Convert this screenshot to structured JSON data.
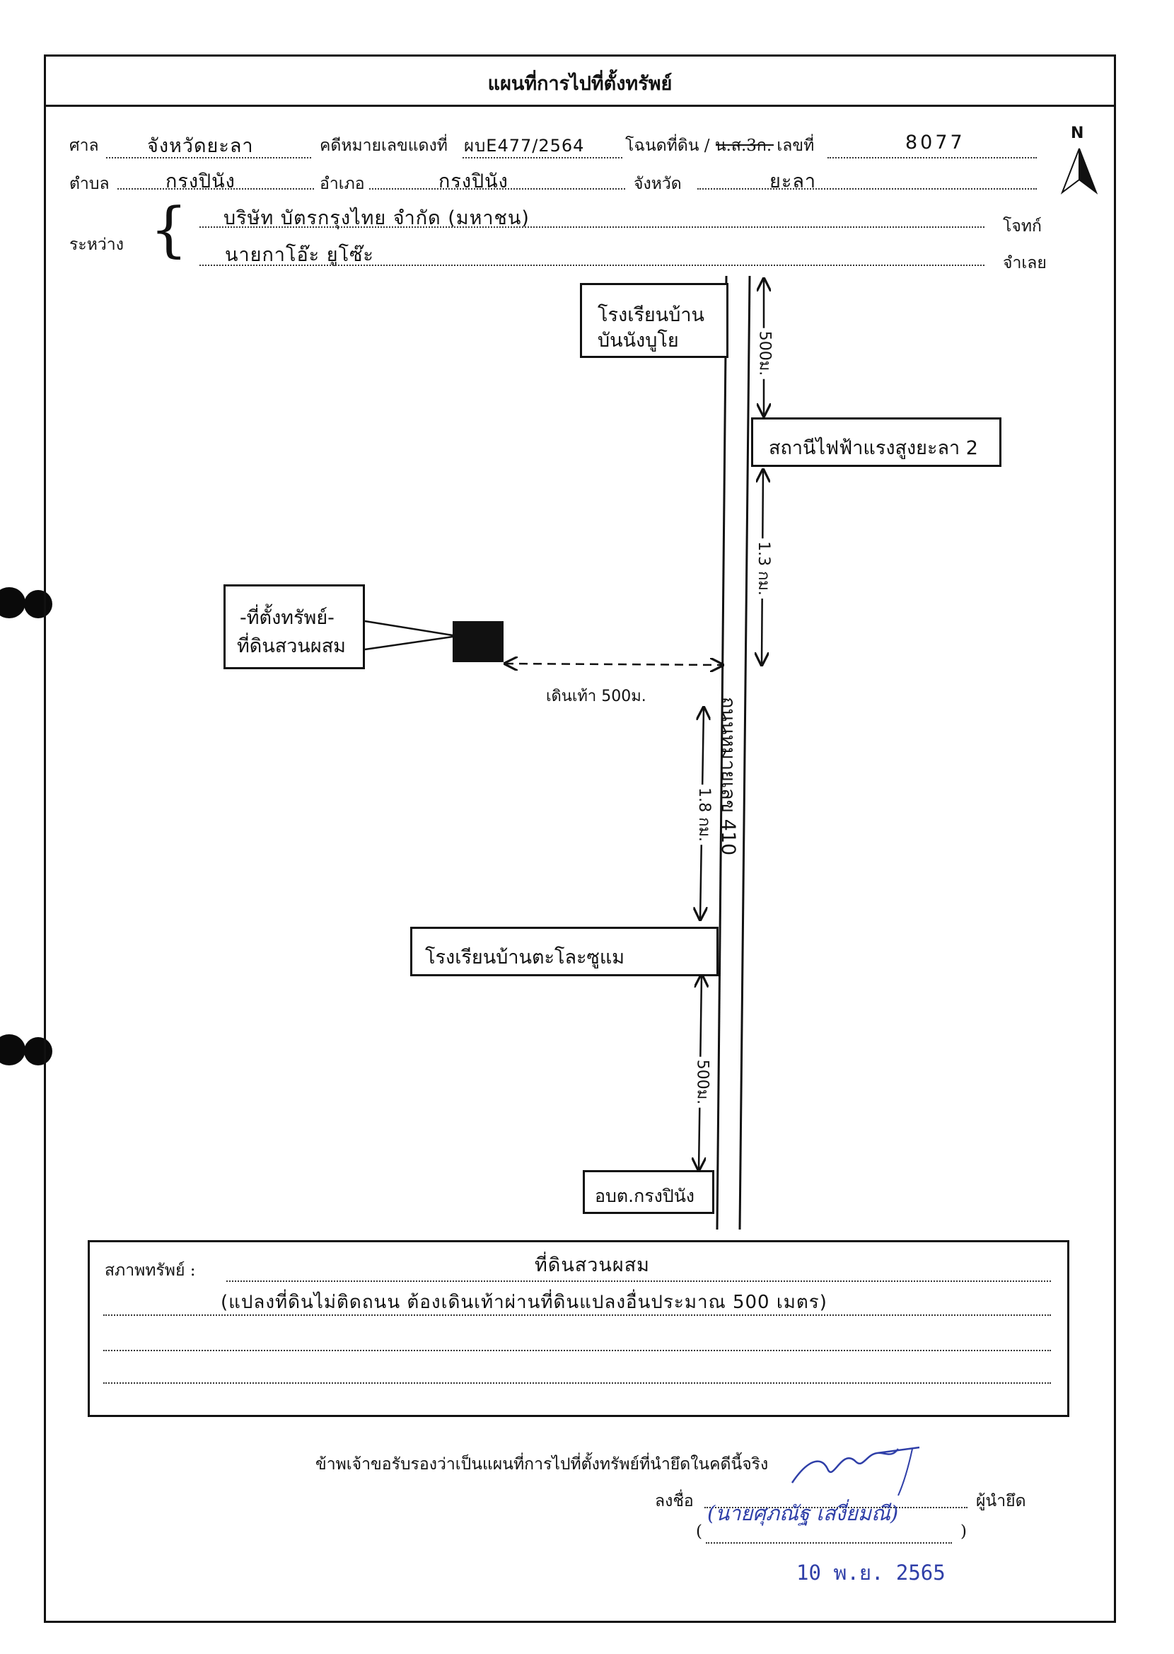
{
  "title": "แผนที่การไปที่ตั้งทรัพย์",
  "header": {
    "court_label": "ศาล",
    "court_value": "จังหวัดยะลา",
    "case_label": "คดีหมายเลขแดงที่",
    "case_value": "ผบE477/2564",
    "deed_label": "โฉนดที่ดิน / น.ส.3ก. เลขที่",
    "deed_value": "8077",
    "subdistrict_label": "ตำบล",
    "subdistrict_value": "กรงปินัง",
    "district_label": "อำเภอ",
    "district_value": "กรงปินัง",
    "province_label": "จังหวัด",
    "province_value": "ยะลา",
    "between_label": "ระหว่าง",
    "plaintiff_value": "บริษัท บัตรกรุงไทย จำกัด (มหาชน)",
    "plaintiff_label": "โจทก์",
    "defendant_value": "นายกาโอ๊ะ ยูโซ๊ะ",
    "defendant_label": "จำเลย"
  },
  "compass": {
    "label": "N"
  },
  "map": {
    "road_label": "ถนนหมายเลข 410",
    "landmark_school_top": [
      "โรงเรียนบ้าน",
      "บันนังบูโย"
    ],
    "landmark_power_station": "สถานีไฟฟ้าแรงสูงยะลา 2",
    "landmark_school_bottom": "โรงเรียนบ้านตะโละซูแม",
    "landmark_sao": "อบต.กรงปินัง",
    "property_label": [
      "-ที่ตั้งทรัพย์-",
      "ที่ดินสวนผสม"
    ],
    "dist_top": "500ม.",
    "dist_power": "1.3 กม.",
    "dist_walk": "เดินเท้า 500ม.",
    "dist_school": "1.8 กม.",
    "dist_bottom": "500ม."
  },
  "property": {
    "label": "สภาพทรัพย์ :",
    "line1": "ที่ดินสวนผสม",
    "line2": "(แปลงที่ดินไม่ติดถนน ต้องเดินเท้าผ่านที่ดินแปลงอื่นประมาณ 500 เมตร)"
  },
  "footer": {
    "certify": "ข้าพเจ้าขอรับรองว่าเป็นแผนที่การไปที่ตั้งทรัพย์ที่นำยึดในคดีนี้จริง",
    "sign_label": "ลงชื่อ",
    "signer_name": "(นายศุภณัฐ เสงี่ยมณี)",
    "role_label": "ผู้นำยึด",
    "paren_open": "(",
    "paren_close": ")",
    "date_stamp": "10 พ.ย. 2565"
  },
  "colors": {
    "ink": "#111111",
    "stamp_blue": "#2f3fa8"
  }
}
